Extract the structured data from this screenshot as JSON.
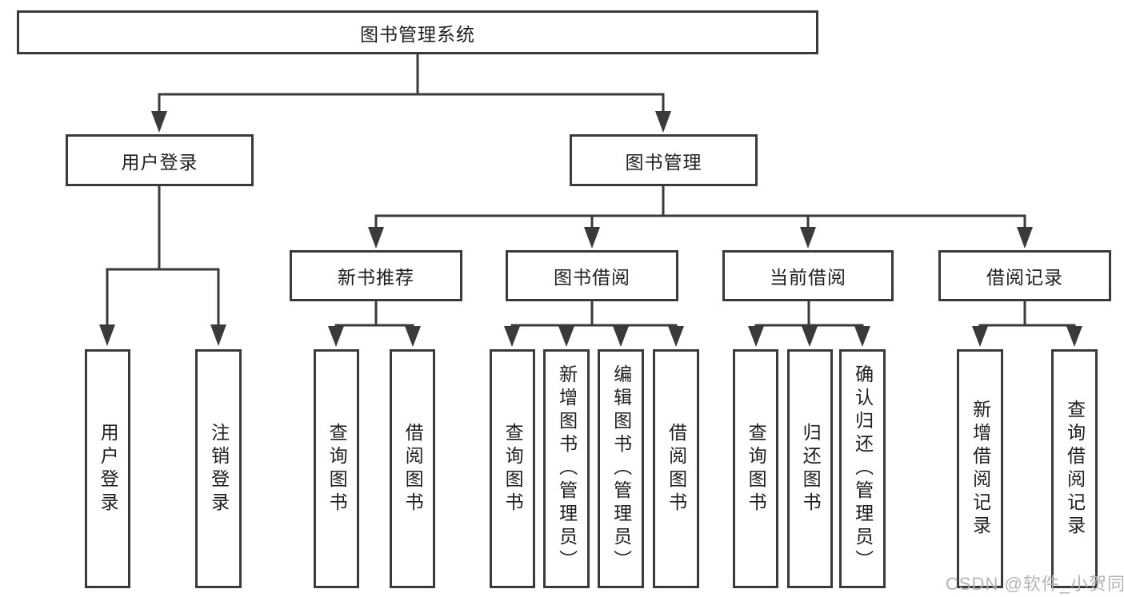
{
  "tree": {
    "label": "图书管理系统",
    "children": [
      {
        "label": "用户登录",
        "children": [
          {
            "label": "用户登录"
          },
          {
            "label": "注销登录"
          }
        ]
      },
      {
        "label": "图书管理",
        "children": [
          {
            "label": "新书推荐",
            "children": [
              {
                "label": "查询图书"
              },
              {
                "label": "借阅图书"
              }
            ]
          },
          {
            "label": "图书借阅",
            "children": [
              {
                "label": "查询图书"
              },
              {
                "label": "新增图书（管理员）"
              },
              {
                "label": "编辑图书（管理员）"
              },
              {
                "label": "借阅图书"
              }
            ]
          },
          {
            "label": "当前借阅",
            "children": [
              {
                "label": "查询图书"
              },
              {
                "label": "归还图书"
              },
              {
                "label": "确认归还（管理员）"
              }
            ]
          },
          {
            "label": "借阅记录",
            "children": [
              {
                "label": "新增借阅记录"
              },
              {
                "label": "查询借阅记录"
              }
            ]
          }
        ]
      }
    ]
  },
  "watermark": {
    "text": "CSDN @软件_小贺同学"
  },
  "colors": {
    "line": "#3a3a3a",
    "text": "#1e1e1e",
    "watermark": "#b0b0b0",
    "background": "#ffffff"
  }
}
